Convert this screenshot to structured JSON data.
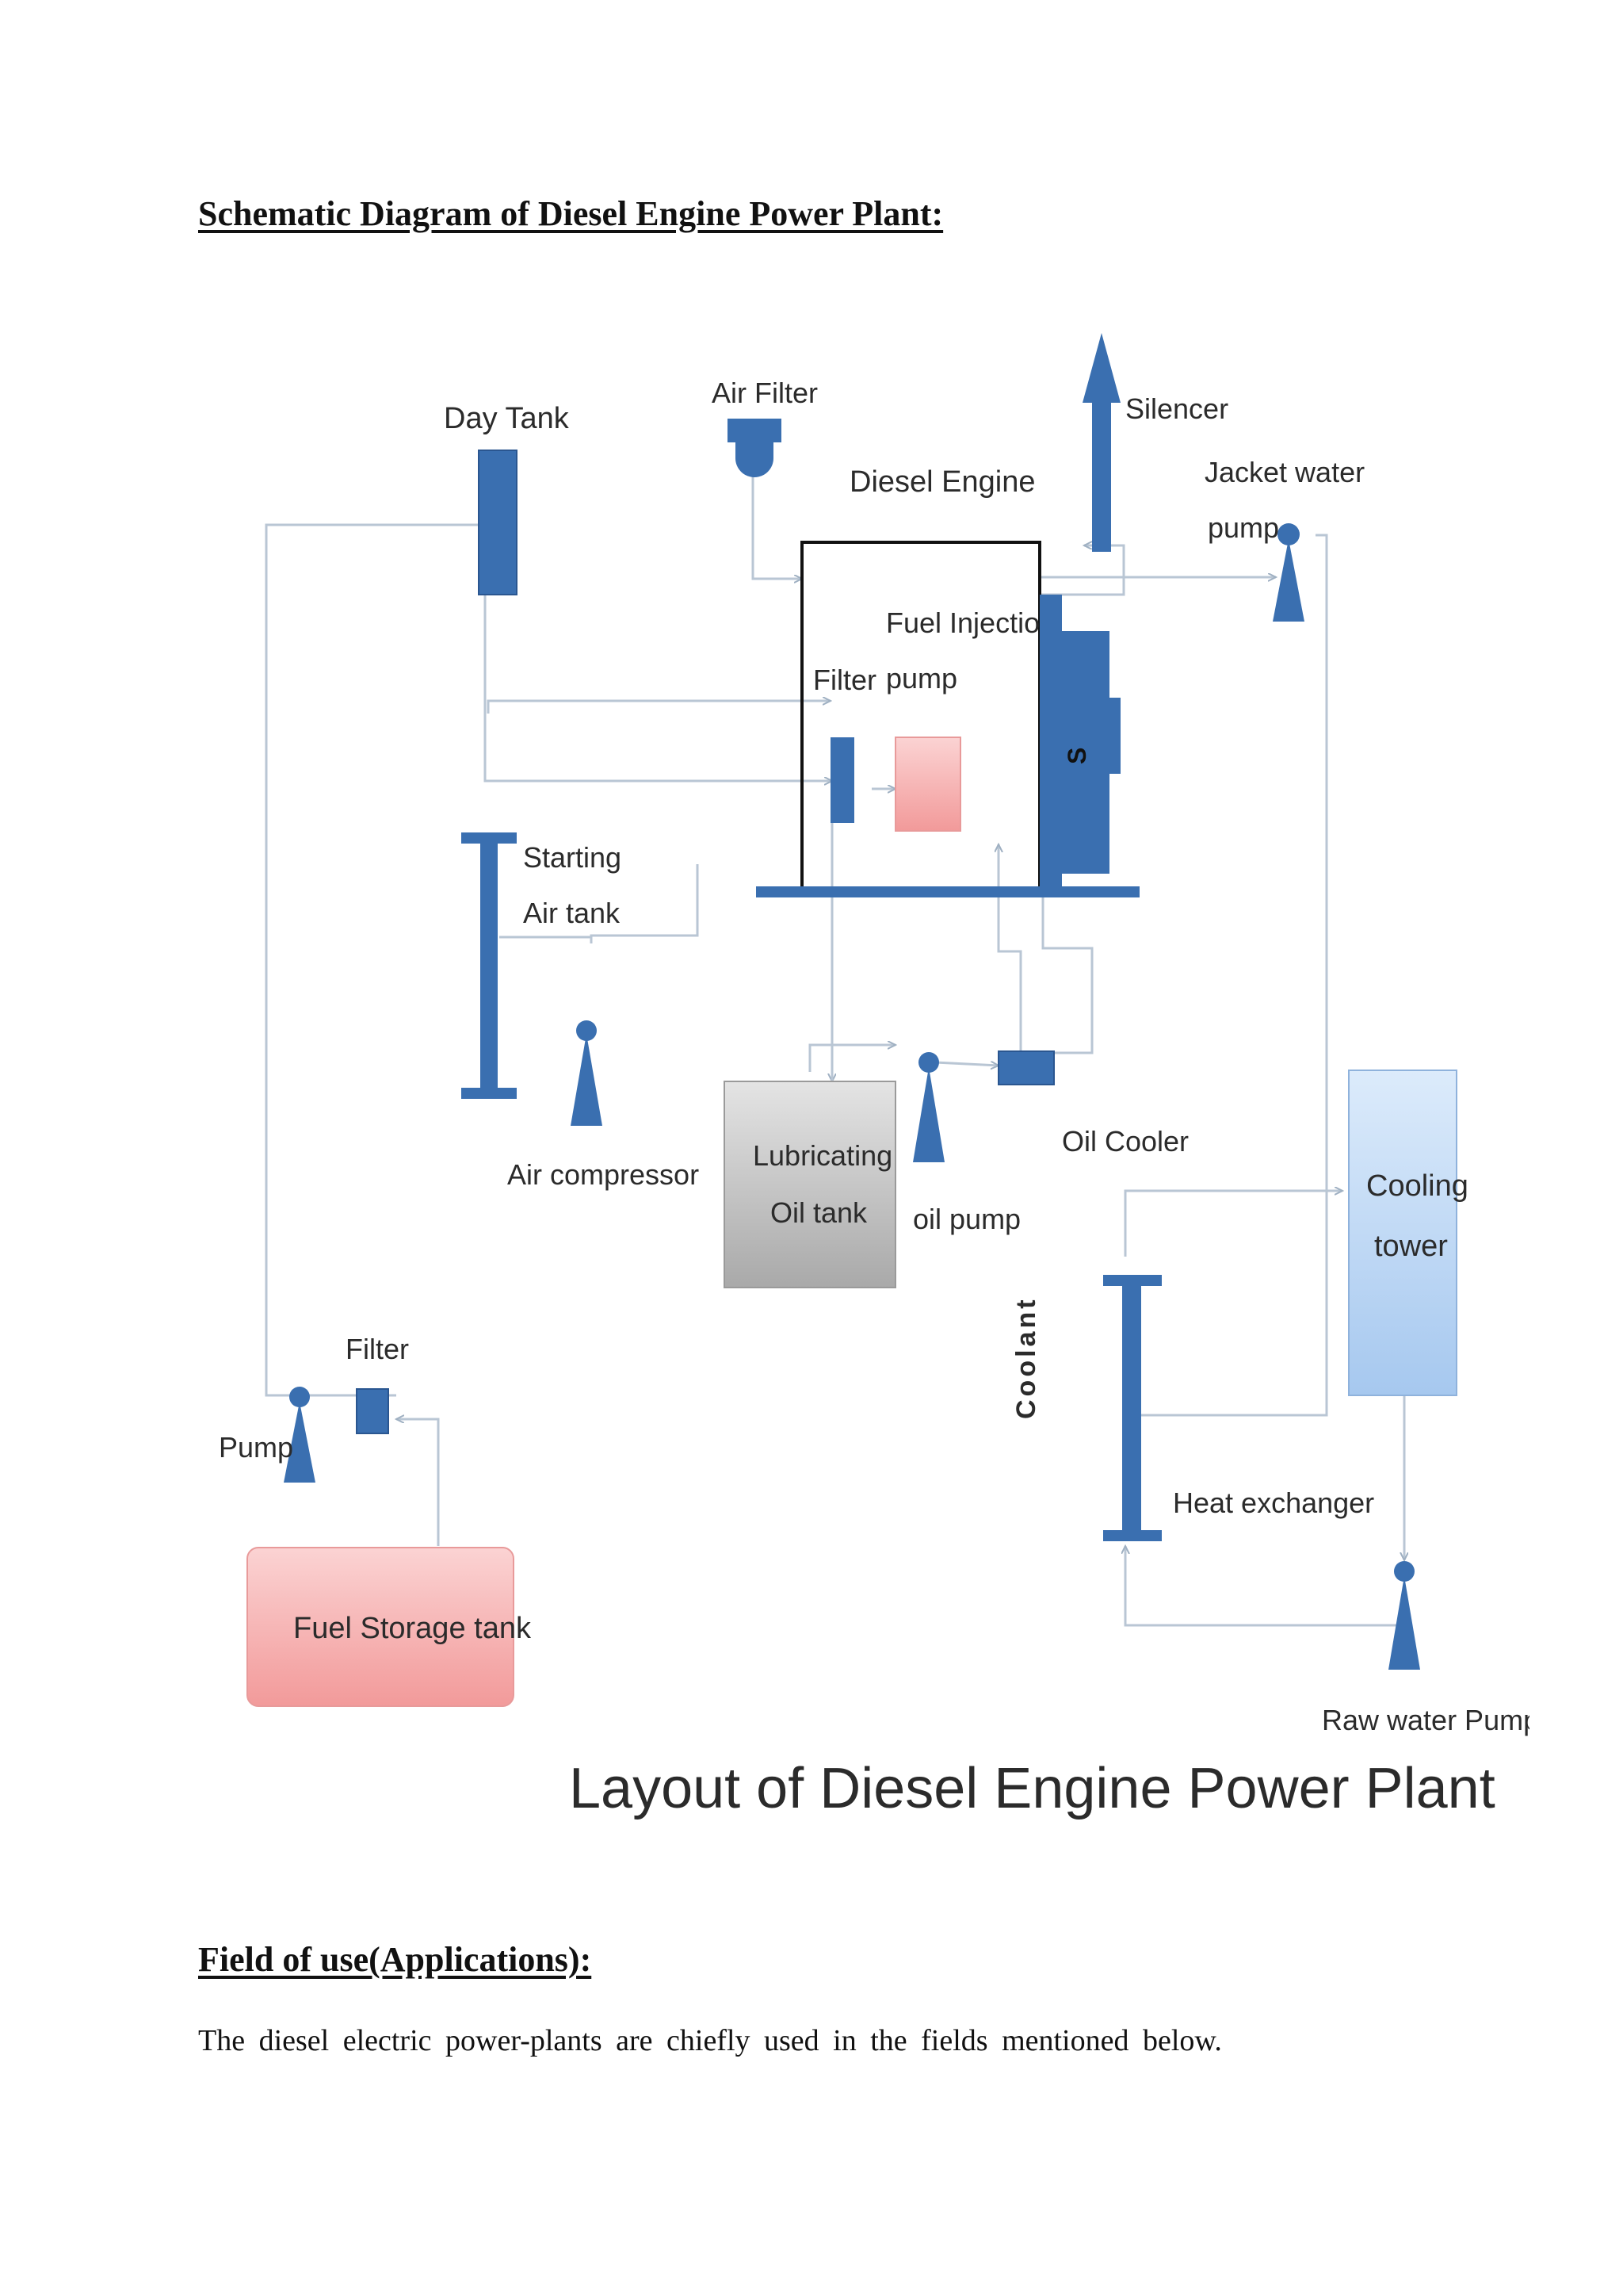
{
  "headings": {
    "schematic": "Schematic Diagram of Diesel Engine Power Plant:",
    "applications": "Field of use(Applications):"
  },
  "paragraph": "The diesel electric power-plants are chiefly used in the fields mentioned below.",
  "diagram": {
    "caption": "Layout of Diesel Engine Power Plant",
    "labels": {
      "day_tank": "Day Tank",
      "air_filter": "Air Filter",
      "silencer": "Silencer",
      "diesel_engine": "Diesel Engine",
      "jacket_water_pump_1": "Jacket water",
      "jacket_water_pump_2": "pump",
      "fuel_injection_1": "Fuel Injection",
      "fuel_injection_2": "pump",
      "filter_engine": "Filter",
      "generator": "S",
      "starting_air_1": "Starting",
      "starting_air_2": "Air tank",
      "air_compressor": "Air compressor",
      "lube_tank_1": "Lubricating",
      "lube_tank_2": "Oil tank",
      "oil_pump": "oil pump",
      "oil_cooler": "Oil Cooler",
      "coolant": "Coolant",
      "cooling_tower_1": "Cooling",
      "cooling_tower_2": "tower",
      "heat_exchanger": "Heat exchanger",
      "filter_fuel": "Filter",
      "pump": "Pump",
      "fuel_storage": "Fuel Storage tank",
      "raw_water_pump": "Raw water Pump"
    },
    "colors": {
      "component": "#3a6fb0",
      "component_dark": "#2a5690",
      "pipe": "#b9c6d4",
      "engine_outline": "#111111",
      "fuel_pink": "#f4b8b8",
      "lube_gray": "#c8c8c8",
      "cooling_blue": "#bcd6f3"
    }
  }
}
